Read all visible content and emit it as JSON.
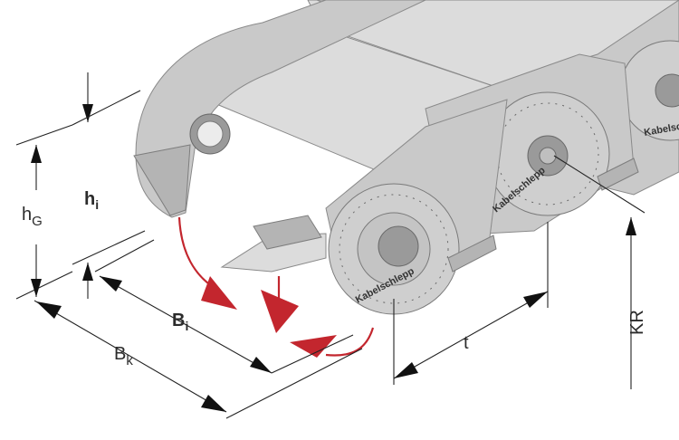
{
  "labels": {
    "h_i": "h",
    "h_i_sub": "i",
    "h_G": "h",
    "h_G_sub": "G",
    "B_i": "B",
    "B_i_sub": "i",
    "B_k": "B",
    "B_k_sub": "k",
    "t": "t",
    "KR": "KR"
  },
  "brand_text": "Kabelschlepp",
  "colors": {
    "accent_red": "#c3262e",
    "chain_grey": "#c9c9c9"
  }
}
